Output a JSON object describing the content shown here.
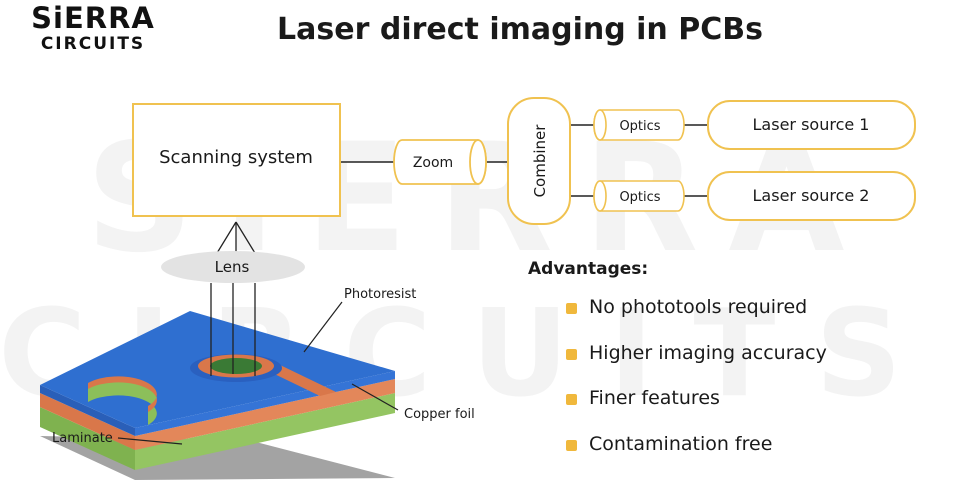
{
  "logo": {
    "line1": "SiERRA",
    "line2": "CIRCUITS"
  },
  "title": "Laser direct imaging in PCBs",
  "watermark": {
    "line1": "SiERRA",
    "line2": "CIRCUITS"
  },
  "diagram": {
    "scanning_system": "Scanning system",
    "zoom": "Zoom",
    "combiner": "Combiner",
    "optics_1": "Optics",
    "optics_2": "Optics",
    "laser_source_1": "Laser source 1",
    "laser_source_2": "Laser source 2",
    "lens": "Lens",
    "photoresist": "Photoresist",
    "copper_foil": "Copper foil",
    "laminate": "Laminate"
  },
  "advantages": {
    "title": "Advantages:",
    "items": [
      "No phototools required",
      "Higher imaging accuracy",
      "Finer features",
      "Contamination free"
    ]
  },
  "colors": {
    "accent_yellow": "#f0b83c",
    "box_border": "#f0c250",
    "photoresist_blue": "#2f6fd0",
    "copper_orange": "#d9774a",
    "laminate_green": "#8cbf5a",
    "shadow_gray": "#a3a3a3",
    "watermark_gray": "#f2f2f2"
  }
}
